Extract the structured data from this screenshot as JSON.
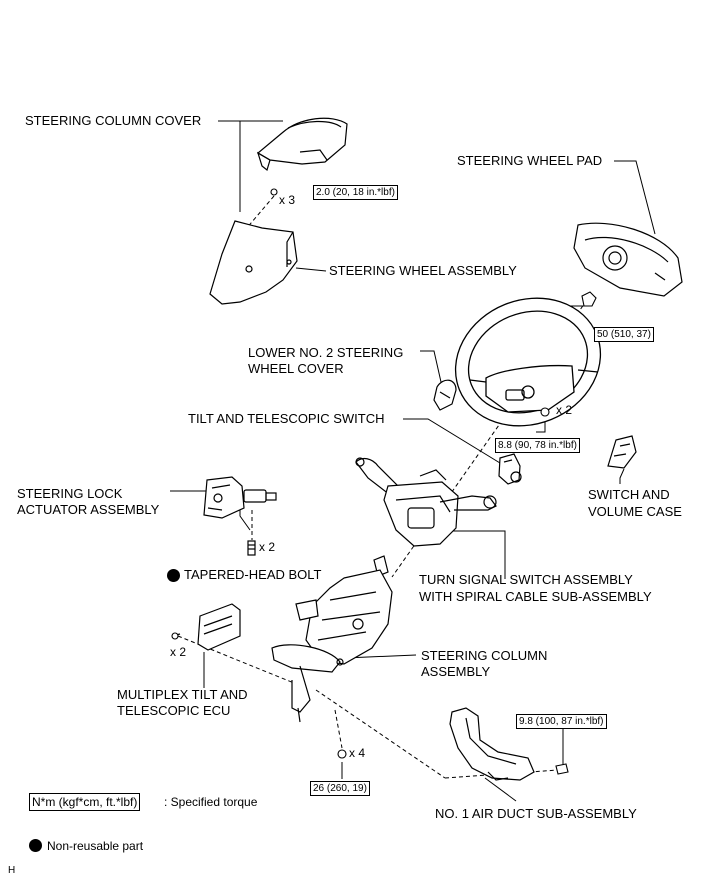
{
  "labels": {
    "steering_column_cover": "STEERING COLUMN COVER",
    "steering_wheel_pad": "STEERING WHEEL PAD",
    "steering_wheel_assembly": "STEERING WHEEL ASSEMBLY",
    "lower_no2_cover_line1": "LOWER NO. 2 STEERING",
    "lower_no2_cover_line2": "WHEEL COVER",
    "tilt_switch": "TILT AND TELESCOPIC SWITCH",
    "steering_lock_line1": "STEERING LOCK",
    "steering_lock_line2": "ACTUATOR ASSEMBLY",
    "tapered_bolt": "TAPERED-HEAD BOLT",
    "switch_volume_line1": "SWITCH AND",
    "switch_volume_line2": "VOLUME CASE",
    "turn_signal_line1": "TURN SIGNAL SWITCH ASSEMBLY",
    "turn_signal_line2": "WITH SPIRAL CABLE SUB-ASSEMBLY",
    "steering_column_line1": "STEERING COLUMN",
    "steering_column_line2": "ASSEMBLY",
    "multiplex_line1": "MULTIPLEX TILT AND",
    "multiplex_line2": "TELESCOPIC ECU",
    "air_duct": "NO. 1 AIR DUCT SUB-ASSEMBLY"
  },
  "torques": {
    "cover_screw": "2.0 (20, 18 in.*lbf)",
    "wheel_nut": "50 (510, 37)",
    "tilt_switch_screw": "8.8 (90, 78 in.*lbf)",
    "air_duct_bolt": "9.8 (100, 87 in.*lbf)",
    "column_nut": "26 (260, 19)"
  },
  "quantities": {
    "cover_screw": "x 3",
    "tilt_switch_screw": "x 2",
    "tapered_bolt": "x 2",
    "ecu_screw": "x 2",
    "column_nut": "x 4"
  },
  "legend": {
    "torque_box": "N*m (kgf*cm, ft.*lbf)",
    "torque_text": ": Specified torque",
    "non_reusable": "Non-reusable part"
  },
  "corner_mark": "H"
}
